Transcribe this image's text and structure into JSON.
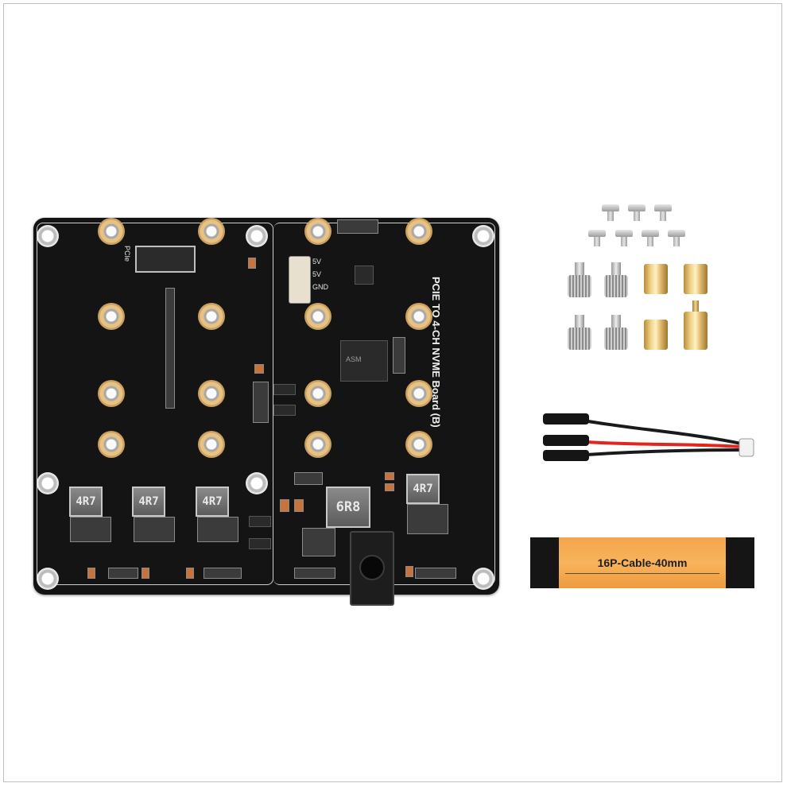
{
  "board": {
    "title": "PCIE TO 4-CH NVME Board (B)",
    "fpc_label": "PCIe",
    "header_pins": [
      "5V",
      "5V",
      "GND"
    ],
    "inductor_labels": [
      "4R7",
      "4R7",
      "4R7",
      "4R7"
    ],
    "main_inductor_label": "6R8",
    "ic_label": "ASM"
  },
  "accessories": {
    "ribbon_cable_label": "16P-Cable-40mm"
  }
}
